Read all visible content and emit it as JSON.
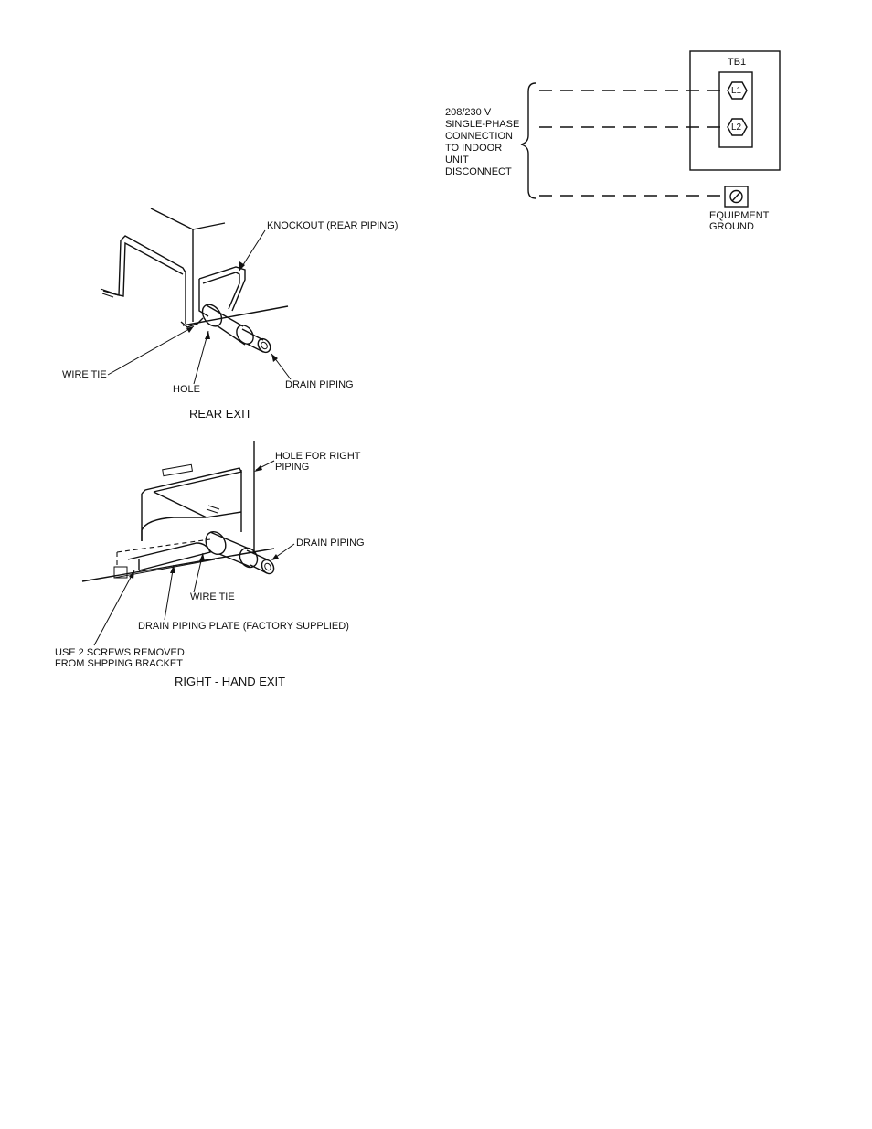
{
  "wiring": {
    "terminal_block": "TB1",
    "terminals": [
      "L1",
      "L2"
    ],
    "supply_label": "208/230 V\nSINGLE-PHASE\nCONNECTION\nTO INDOOR\nUNIT\nDISCONNECT",
    "ground_label": "EQUIPMENT\nGROUND"
  },
  "rear_exit": {
    "caption": "REAR EXIT",
    "labels": {
      "knockout": "KNOCKOUT (REAR PIPING)",
      "wire_tie": "WIRE TIE",
      "hole": "HOLE",
      "drain_piping": "DRAIN PIPING"
    }
  },
  "right_exit": {
    "caption": "RIGHT - HAND EXIT",
    "labels": {
      "hole_right": "HOLE FOR RIGHT\nPIPING",
      "drain_piping": "DRAIN PIPING",
      "wire_tie": "WIRE TIE",
      "plate": "DRAIN PIPING PLATE (FACTORY SUPPLIED)",
      "screws": "USE 2 SCREWS REMOVED\nFROM SHPPING BRACKET"
    }
  }
}
